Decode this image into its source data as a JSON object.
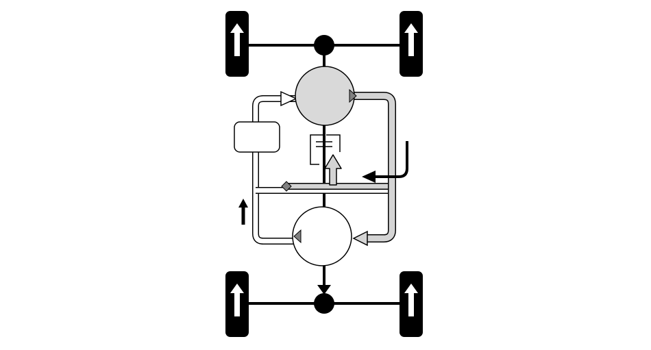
{
  "diagram": {
    "description_free": true,
    "colors": {
      "background": "#ffffff",
      "stroke": "#000000",
      "front_unit_fill": "#d9d9d9",
      "rear_unit_fill": "#ffffff",
      "flow_fill": "#d4d4d4",
      "marker_fill": "#808080",
      "tire_fill": "#000000",
      "tire_arrow": "#ffffff"
    },
    "icons": {
      "wheel": "tire-with-forward-arrow-icon",
      "hub": "differential-dot-icon",
      "arrow": "solid-arrow-icon",
      "marker": "flow-direction-triangle-icon",
      "valve": "diamond-valve-icon"
    },
    "wheels": [
      {
        "id": "front-left",
        "direction": "forward"
      },
      {
        "id": "front-right",
        "direction": "forward"
      },
      {
        "id": "rear-left",
        "direction": "forward"
      },
      {
        "id": "rear-right",
        "direction": "forward"
      }
    ]
  }
}
